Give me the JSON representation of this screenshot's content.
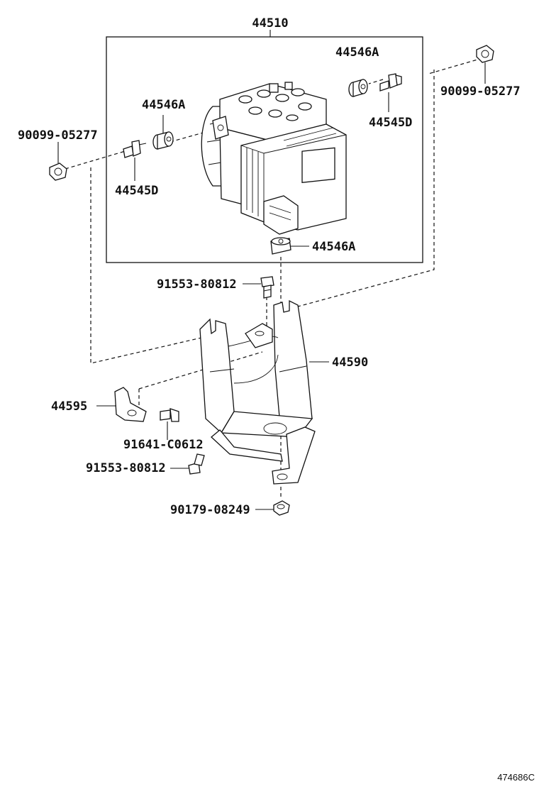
{
  "labels": {
    "actuator_assy": "44510",
    "spacer_top_right": "44546A",
    "bolt_top_right": "44545D",
    "nut_right": "90099-05277",
    "spacer_left": "44546A",
    "nut_left": "90099-05277",
    "bolt_left": "44545D",
    "spacer_bottom": "44546A",
    "bolt_bracket_top": "91553-80812",
    "bracket_main": "44590",
    "bracket_small": "44595",
    "bolt_small_bracket": "91641-C0612",
    "bolt_bracket_lower": "91553-80812",
    "nut_bottom": "90179-08249"
  },
  "drawing_id": "474686C"
}
